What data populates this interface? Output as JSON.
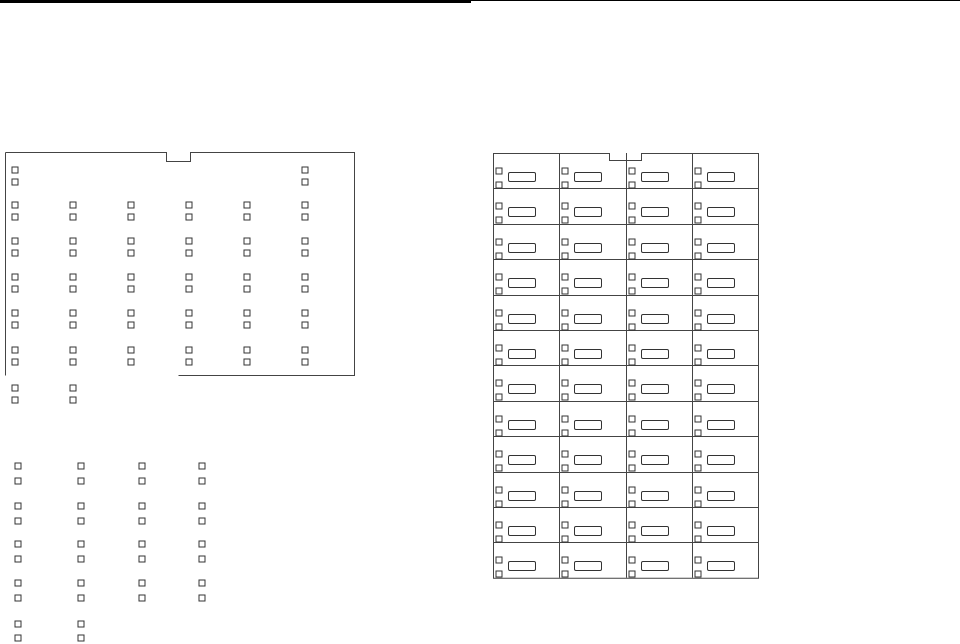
{
  "figure": {
    "description_text": "",
    "left_panel": {
      "name": "button-panel-a",
      "grid_rows": 6,
      "grid_cols": 6,
      "first_row_partial": true
    },
    "right_panel": {
      "name": "button-panel-b",
      "rows": 12,
      "cols": 4
    }
  }
}
